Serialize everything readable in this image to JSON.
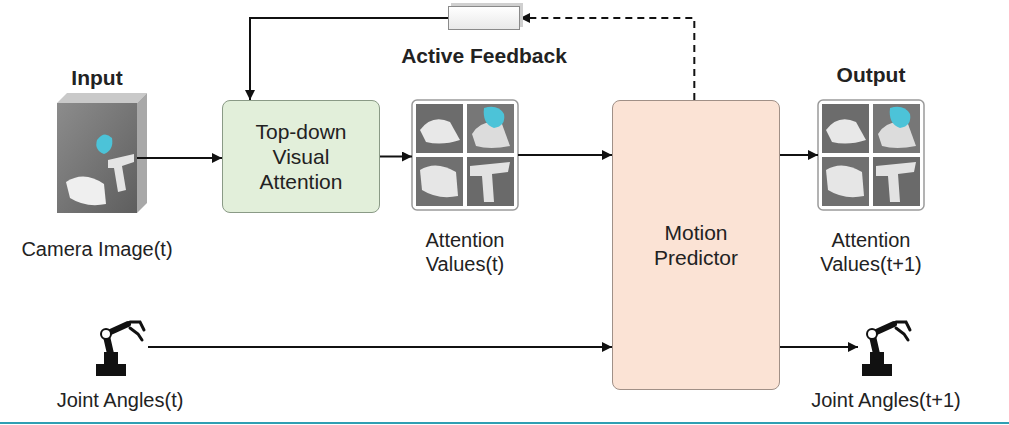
{
  "diagram": {
    "nodes": [
      {
        "text": [
          "Input",
          "Camera Image(t)"
        ]
      },
      {
        "text": [
          "Top-down Visual Attention"
        ]
      },
      {
        "text": [
          "Attention Values(t)"
        ]
      },
      {
        "text": [
          "Active Feedback"
        ]
      },
      {
        "text": [
          "Motion Predictor"
        ]
      },
      {
        "text": [
          "Output",
          "Attention Values(t+1)"
        ]
      },
      {
        "text": [
          "Joint Angles(t)"
        ]
      },
      {
        "text": [
          "Joint Angles(t+1)"
        ]
      }
    ],
    "edges": [
      {
        "from": 0,
        "to": 1,
        "arrow": "to"
      },
      {
        "from": 1,
        "to": 2,
        "arrow": "to"
      },
      {
        "from": 2,
        "to": 4,
        "arrow": "to"
      },
      {
        "from": 4,
        "to": 5,
        "arrow": "to"
      },
      {
        "from": 6,
        "to": 4,
        "arrow": "to"
      },
      {
        "from": 4,
        "to": 7,
        "arrow": "to"
      },
      {
        "from": 4,
        "to": 3,
        "arrow": "to"
      },
      {
        "from": 3,
        "to": 1,
        "arrow": "to"
      }
    ]
  }
}
